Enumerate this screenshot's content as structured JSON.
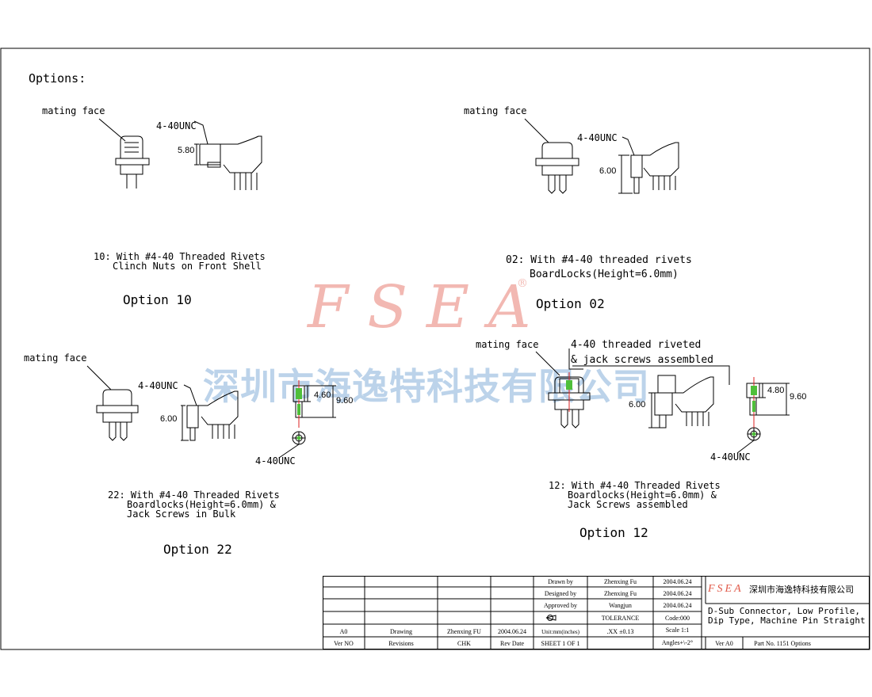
{
  "header": {
    "options_title": "Options:"
  },
  "watermark": {
    "brand": "FSEA",
    "registered": "®",
    "company_cn": "深圳市海逸特科技有限公司"
  },
  "options": {
    "opt10": {
      "mating_face": "mating face",
      "thread": "4-40UNC",
      "height": "5.80",
      "desc_line1": "10: With #4-40 Threaded Rivets",
      "desc_line2": "Clinch Nuts on Front Shell",
      "label": "Option 10"
    },
    "opt02": {
      "mating_face": "mating face",
      "thread": "4-40UNC",
      "height": "6.00",
      "desc_line1": "02: With #4-40 threaded rivets",
      "desc_line2": "BoardLocks(Height=6.0mm)",
      "label": "Option 02"
    },
    "opt22": {
      "mating_face": "mating face",
      "thread": "4-40UNC",
      "height": "6.00",
      "screw_h1": "4.60",
      "screw_h2": "9.60",
      "screw_thread": "4-40UNC",
      "desc_line1": "22: With #4-40 Threaded Rivets",
      "desc_line2": "Boardlocks(Height=6.0mm) &",
      "desc_line3": "Jack Screws in Bulk",
      "label": "Option 22"
    },
    "opt12": {
      "mating_face": "mating face",
      "note1": "4-40 threaded riveted",
      "note2": "& jack screws assembled",
      "height": "6.00",
      "screw_h1": "4.80",
      "screw_h2": "9.60",
      "screw_thread": "4-40UNC",
      "desc_line1": "12: With #4-40 Threaded Rivets",
      "desc_line2": "Boardlocks(Height=6.0mm) &",
      "desc_line3": "Jack Screws assembled",
      "label": "Option 12"
    }
  },
  "title_block": {
    "drawn_by_label": "Drawn  by",
    "drawn_by": "Zhenxing Fu",
    "drawn_date": "2004.06.24",
    "designed_by_label": "Designed by",
    "designed_by": "Zhenxing Fu",
    "designed_date": "2004.06.24",
    "approved_by_label": "Approved by",
    "approved_by": "Wangjun",
    "approved_date": "2004.06.24",
    "tolerance_label": "TOLERANCE",
    "code": "Code:000",
    "units": "Unit:mm(inches)",
    "tolerance_value": ".XX  ±0.13",
    "scale": "Scale 1:1",
    "sheet": "SHEET 1 OF 1",
    "angles": "Angles+\\-2°",
    "rev_ver": "A0",
    "rev_desc": "Drawing",
    "rev_chk": "Zhenxing FU",
    "rev_date": "2004.06.24",
    "col_ver": "Ver NO",
    "col_revisions": "Revisions",
    "col_chk": "CHK",
    "col_rev_date": "Rev Date",
    "brand": "FSEA",
    "company": "深圳市海逸特科技有限公司",
    "desc_line1": "D-Sub Connector, Low Profile,",
    "desc_line2": "Dip Type, Machine Pin Straight",
    "ver": "Ver A0",
    "part_no": "Part No. 1151 Options"
  },
  "colors": {
    "watermark_red": "#f2b8b2",
    "watermark_blue": "#bcd3ea",
    "accent_green": "#4fbf3a",
    "dim_red": "#d22"
  }
}
